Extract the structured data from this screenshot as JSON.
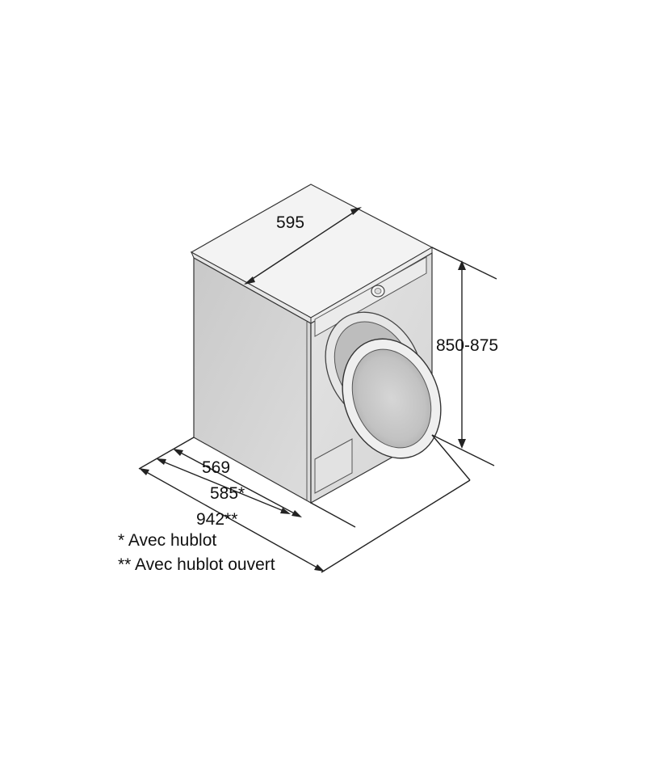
{
  "diagram": {
    "dimensions": {
      "width": "595",
      "height": "850-875",
      "depth_body": "569",
      "depth_with_door": "585*",
      "depth_door_open": "942**"
    },
    "notes": {
      "with_door": "* Avec hublot",
      "with_door_open": "** Avec hublot ouvert"
    },
    "colors": {
      "body_front": "#dcdcdc",
      "body_side": "#c8c8c8",
      "top": "#f2f2f2",
      "line": "#222222"
    }
  }
}
